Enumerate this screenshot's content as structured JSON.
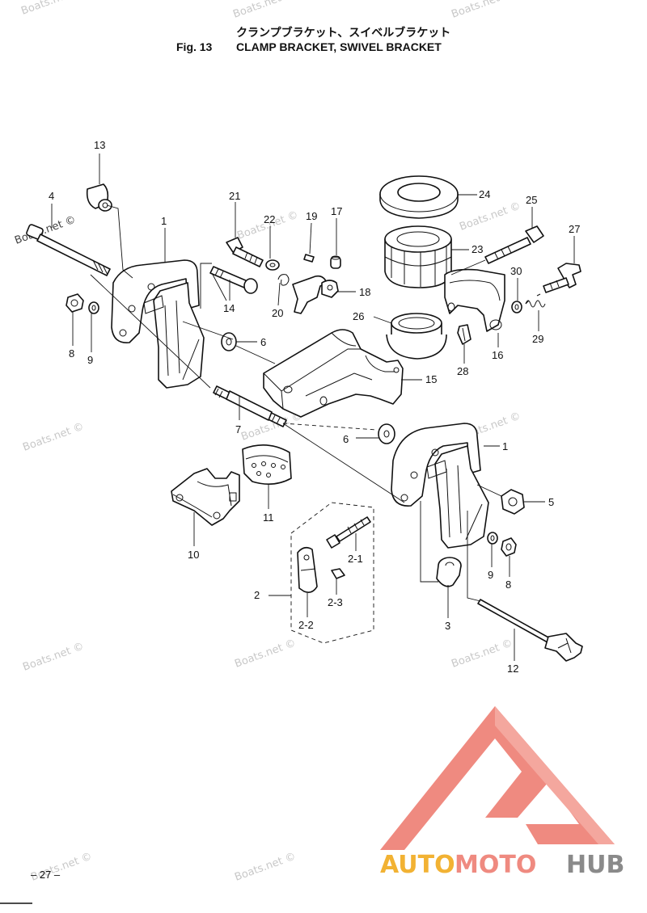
{
  "title": {
    "jp": "クランプブラケット、スイベルブラケット",
    "fig": "Fig. 13",
    "en": "CLAMP BRACKET, SWIVEL BRACKET"
  },
  "page_number": "– 27 –",
  "watermark": "Boats.net ©",
  "logo": {
    "auto": "AUTO",
    "moto": "MOTO",
    "hub": "HUB",
    "accent_color": "#ef8a80",
    "orange_color": "#f2b233",
    "gray_color": "#8a8a8a"
  },
  "callouts": {
    "c13": "13",
    "c4": "4",
    "c1a": "1",
    "c21": "21",
    "c22": "22",
    "c19": "19",
    "c17": "17",
    "c24": "24",
    "c25": "25",
    "c27": "27",
    "c23": "23",
    "c30": "30",
    "c29": "29",
    "c14": "14",
    "c20": "20",
    "c18": "18",
    "c26": "26",
    "c16": "16",
    "c28": "28",
    "c8a": "8",
    "c9a": "9",
    "c6a": "6",
    "c15": "15",
    "c7": "7",
    "c6b": "6",
    "c1b": "1",
    "c11": "11",
    "c5": "5",
    "c10": "10",
    "c2_1": "2-1",
    "c2": "2",
    "c2_3": "2-3",
    "c2_2": "2-2",
    "c9b": "9",
    "c8b": "8",
    "c3": "3",
    "c12": "12"
  }
}
